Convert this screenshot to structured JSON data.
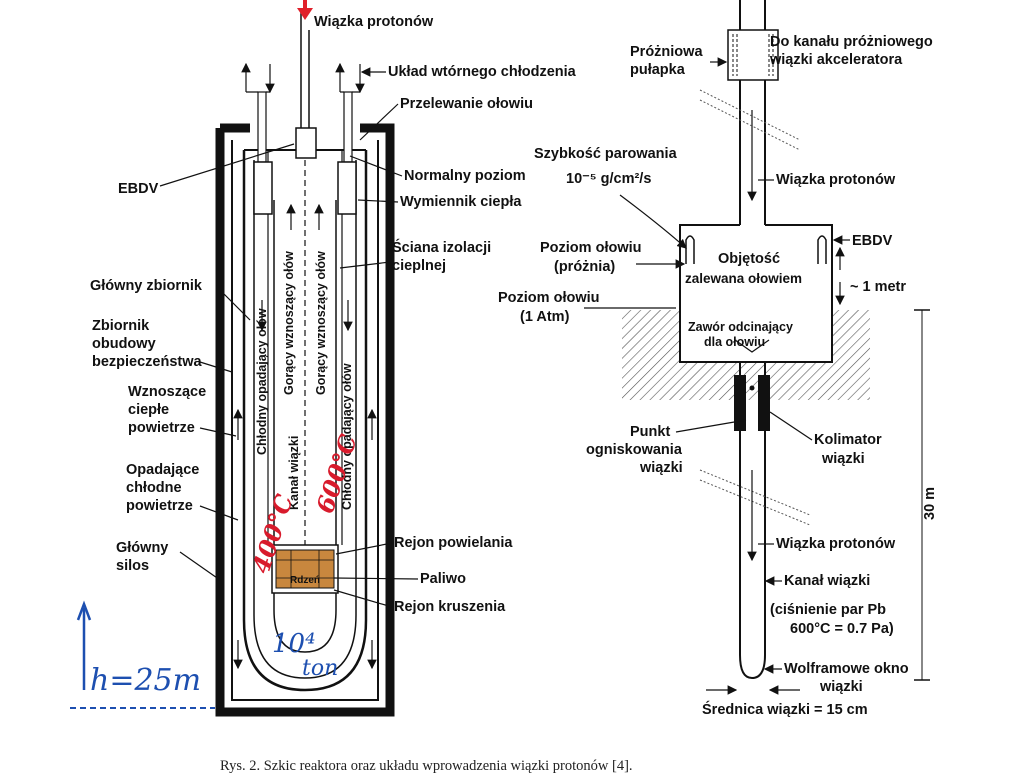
{
  "left": {
    "proton_beam": "Wiązka protonów",
    "secondary_cooling": "Układ wtórnego chłodzenia",
    "lead_overflow": "Przelewanie ołowiu",
    "ebdv": "EBDV",
    "normal_level": "Normalny poziom",
    "heat_exchanger": "Wymiennik ciepła",
    "insulation_wall_1": "Ściana izolacji",
    "insulation_wall_2": "cieplnej",
    "main_tank": "Główny zbiornik",
    "safety_tank_1": "Zbiornik",
    "safety_tank_2": "obudowy",
    "safety_tank_3": "bezpieczeństwa",
    "rising_air_1": "Wznoszące",
    "rising_air_2": "ciepłe",
    "rising_air_3": "powietrze",
    "falling_air_1": "Opadające",
    "falling_air_2": "chłodne",
    "falling_air_3": "powietrze",
    "main_silo_1": "Główny",
    "main_silo_2": "silos",
    "cold_lead_left": "Chłodny opadający ołów",
    "hot_lead_left": "Gorący wznoszący ołów",
    "beam_channel": "Kanał wiązki",
    "hot_lead_right": "Gorący wznoszący ołów",
    "cold_lead_right": "Chłodny opadający ołów",
    "multiplication_region": "Rejon powielania",
    "fuel": "Paliwo",
    "spallation_region": "Rejon kruszenia",
    "core": "Rdzeń"
  },
  "right": {
    "vacuum_trap_1": "Próżniowa",
    "vacuum_trap_2": "pułapka",
    "to_vacuum_1": "Do kanału próżniowego",
    "to_vacuum_2": "wiązki akceleratora",
    "evap_rate_1": "Szybkość parowania",
    "evap_rate_2": "10⁻⁵ g/cm²/s",
    "proton_beam_top": "Wiązka protonów",
    "ebdv": "EBDV",
    "lead_level_vac_1": "Poziom ołowiu",
    "lead_level_vac_2": "(próżnia)",
    "volume_1": "Objętość",
    "volume_2": "zalewana ołowiem",
    "one_meter": "~ 1 metr",
    "lead_level_atm_1": "Poziom ołowiu",
    "lead_level_atm_2": "(1 Atm)",
    "valve_1": "Zawór odcinający",
    "valve_2": "dla ołowiu",
    "focus_1": "Punkt",
    "focus_2": "ogniskowania",
    "focus_3": "wiązki",
    "collimator_1": "Kolimator",
    "collimator_2": "wiązki",
    "thirty_m": "30 m",
    "proton_beam_bottom": "Wiązka protonów",
    "beam_channel": "Kanał wiązki",
    "pressure_1": "(ciśnienie par Pb",
    "pressure_2": "600°C = 0.7 Pa)",
    "window_1": "Wolframowe okno",
    "window_2": "wiązki",
    "beam_diameter": "Średnica wiązki = 15 cm"
  },
  "handwriting": {
    "temp_left": "400°C",
    "temp_right": "600°C",
    "mass_1": "10⁴",
    "mass_2": "ton",
    "height": "h=25m"
  },
  "caption": "Rys. 2. Szkic reaktora oraz układu wprowadzenia wiązki protonów [4].",
  "colors": {
    "beam_arrow": "#e0202a",
    "hand_blue": "#1d4fb0",
    "hand_red": "#d81b2c",
    "core": "#c8873e"
  }
}
